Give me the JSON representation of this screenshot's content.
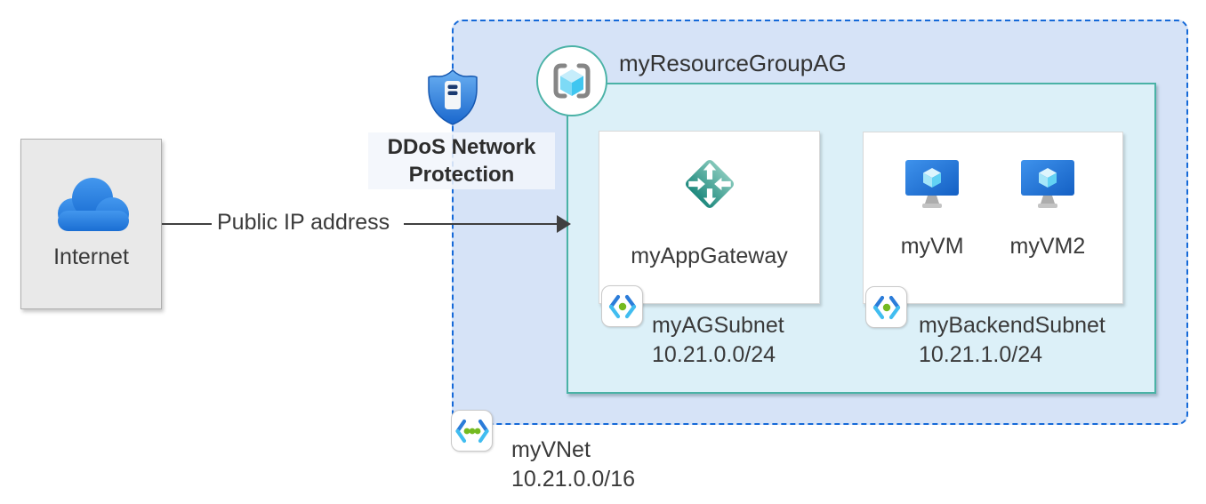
{
  "nodes": {
    "internet": {
      "label": "Internet"
    },
    "connection_label": "Public IP address",
    "ddos_label": "DDoS Network Protection",
    "resource_group": {
      "label": "myResourceGroupAG"
    },
    "vnet": {
      "name": "myVNet",
      "cidr": "10.21.0.0/16"
    },
    "subnets": [
      {
        "name": "myAGSubnet",
        "cidr": "10.21.0.0/24",
        "resources": [
          {
            "name": "myAppGateway",
            "type": "application-gateway"
          }
        ]
      },
      {
        "name": "myBackendSubnet",
        "cidr": "10.21.1.0/24",
        "resources": [
          {
            "name": "myVM",
            "type": "virtual-machine"
          },
          {
            "name": "myVM2",
            "type": "virtual-machine"
          }
        ]
      }
    ]
  },
  "icons": {
    "cloud-icon": "internet cloud",
    "ddos-shield-icon": "DDoS protection shield",
    "resource-group-icon": "brackets around cube",
    "app-gateway-icon": "teal diamond with four arrows",
    "vm-icon": "monitor with cube",
    "subnet-icon": "angle brackets with one green dot",
    "vnet-icon": "angle brackets with three green dots"
  },
  "colors": {
    "vnet_border": "#1569d8",
    "vnet_fill": "#d6e3f7",
    "rg_border": "#4ab2a6",
    "rg_fill": "#dcf0f8",
    "internet_fill": "#e9e9e9",
    "arrow": "#404040",
    "text": "#3a3a3a"
  }
}
